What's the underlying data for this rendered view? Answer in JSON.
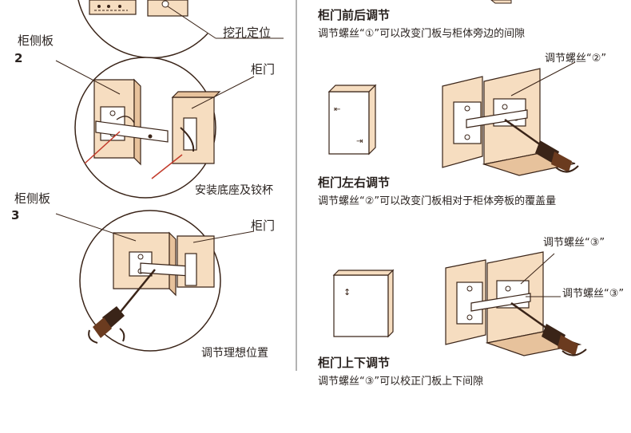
{
  "left": {
    "step1_tail": {
      "label": "挖孔定位"
    },
    "step2": {
      "number": "2",
      "side_panel_label": "柜侧板",
      "door_label": "柜门",
      "caption": "安装底座及铰杯"
    },
    "step3": {
      "number": "3",
      "side_panel_label": "柜侧板",
      "door_label": "柜门",
      "caption": "调节理想位置"
    }
  },
  "right": {
    "adj1": {
      "title": "柜门前后调节",
      "desc": "调节螺丝“①”可以改变门板与柜体旁边的间隙"
    },
    "adj2": {
      "screw_label": "调节螺丝“②”",
      "title": "柜门左右调节",
      "desc": "调节螺丝“②”可以改变门板相对于柜体旁板的覆盖量"
    },
    "adj3": {
      "screw_label_top": "调节螺丝“③”",
      "screw_label_mid": "调节螺丝“③”",
      "title": "柜门上下调节",
      "desc": "调节螺丝“③”可以校正门板上下间隙"
    }
  },
  "colors": {
    "panel_fill": "#f6ddc0",
    "panel_shade": "#e7c29c",
    "outline": "#3a2418",
    "metal": "#ffffff",
    "arrow_red": "#c23a2a",
    "divider": "#9a9a9a"
  },
  "icons": [
    "screwdriver-icon",
    "rotate-arrow-icon",
    "screw-icon"
  ]
}
